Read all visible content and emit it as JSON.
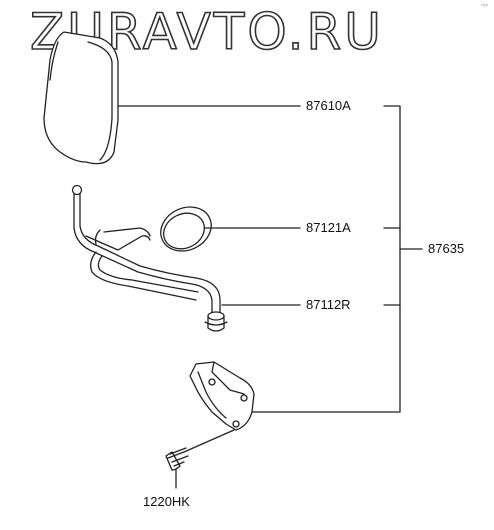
{
  "watermark": "ZURAVTO.RU",
  "corner_mark": "Hyu",
  "parts": {
    "mirror_head": "87610A",
    "mirror_glass": "87121A",
    "mirror_stay": "87112R",
    "assembly": "87635",
    "screw": "1220HK"
  },
  "colors": {
    "line": "#222222",
    "fill": "#ffffff"
  },
  "icons": {
    "mirror_head": "mirror-head-icon",
    "mirror_glass": "round-mirror-glass-icon",
    "mirror_stay": "mirror-stay-tube-icon",
    "bracket": "mounting-bracket-icon",
    "screw": "screw-icon"
  }
}
